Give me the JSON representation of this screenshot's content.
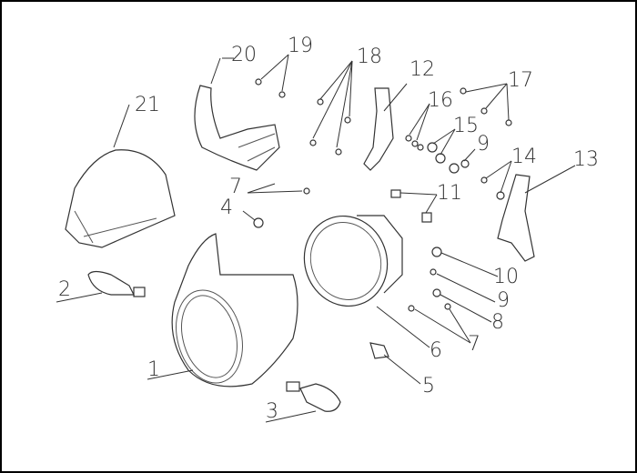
{
  "diagram": {
    "type": "exploded parts diagram",
    "callouts": [
      {
        "id": "c1",
        "text": "1"
      },
      {
        "id": "c2",
        "text": "2"
      },
      {
        "id": "c3",
        "text": "3"
      },
      {
        "id": "c4",
        "text": "4"
      },
      {
        "id": "c5",
        "text": "5"
      },
      {
        "id": "c6",
        "text": "6"
      },
      {
        "id": "c7a",
        "text": "7"
      },
      {
        "id": "c7b",
        "text": "7"
      },
      {
        "id": "c8",
        "text": "8"
      },
      {
        "id": "c9a",
        "text": "9"
      },
      {
        "id": "c9b",
        "text": "9"
      },
      {
        "id": "c10",
        "text": "10"
      },
      {
        "id": "c11",
        "text": "11"
      },
      {
        "id": "c12",
        "text": "12"
      },
      {
        "id": "c13",
        "text": "13"
      },
      {
        "id": "c14",
        "text": "14"
      },
      {
        "id": "c15",
        "text": "15"
      },
      {
        "id": "c16",
        "text": "16"
      },
      {
        "id": "c17",
        "text": "17"
      },
      {
        "id": "c18",
        "text": "18"
      },
      {
        "id": "c19",
        "text": "19"
      },
      {
        "id": "c20",
        "text": "20"
      },
      {
        "id": "c21",
        "text": "21"
      }
    ]
  }
}
